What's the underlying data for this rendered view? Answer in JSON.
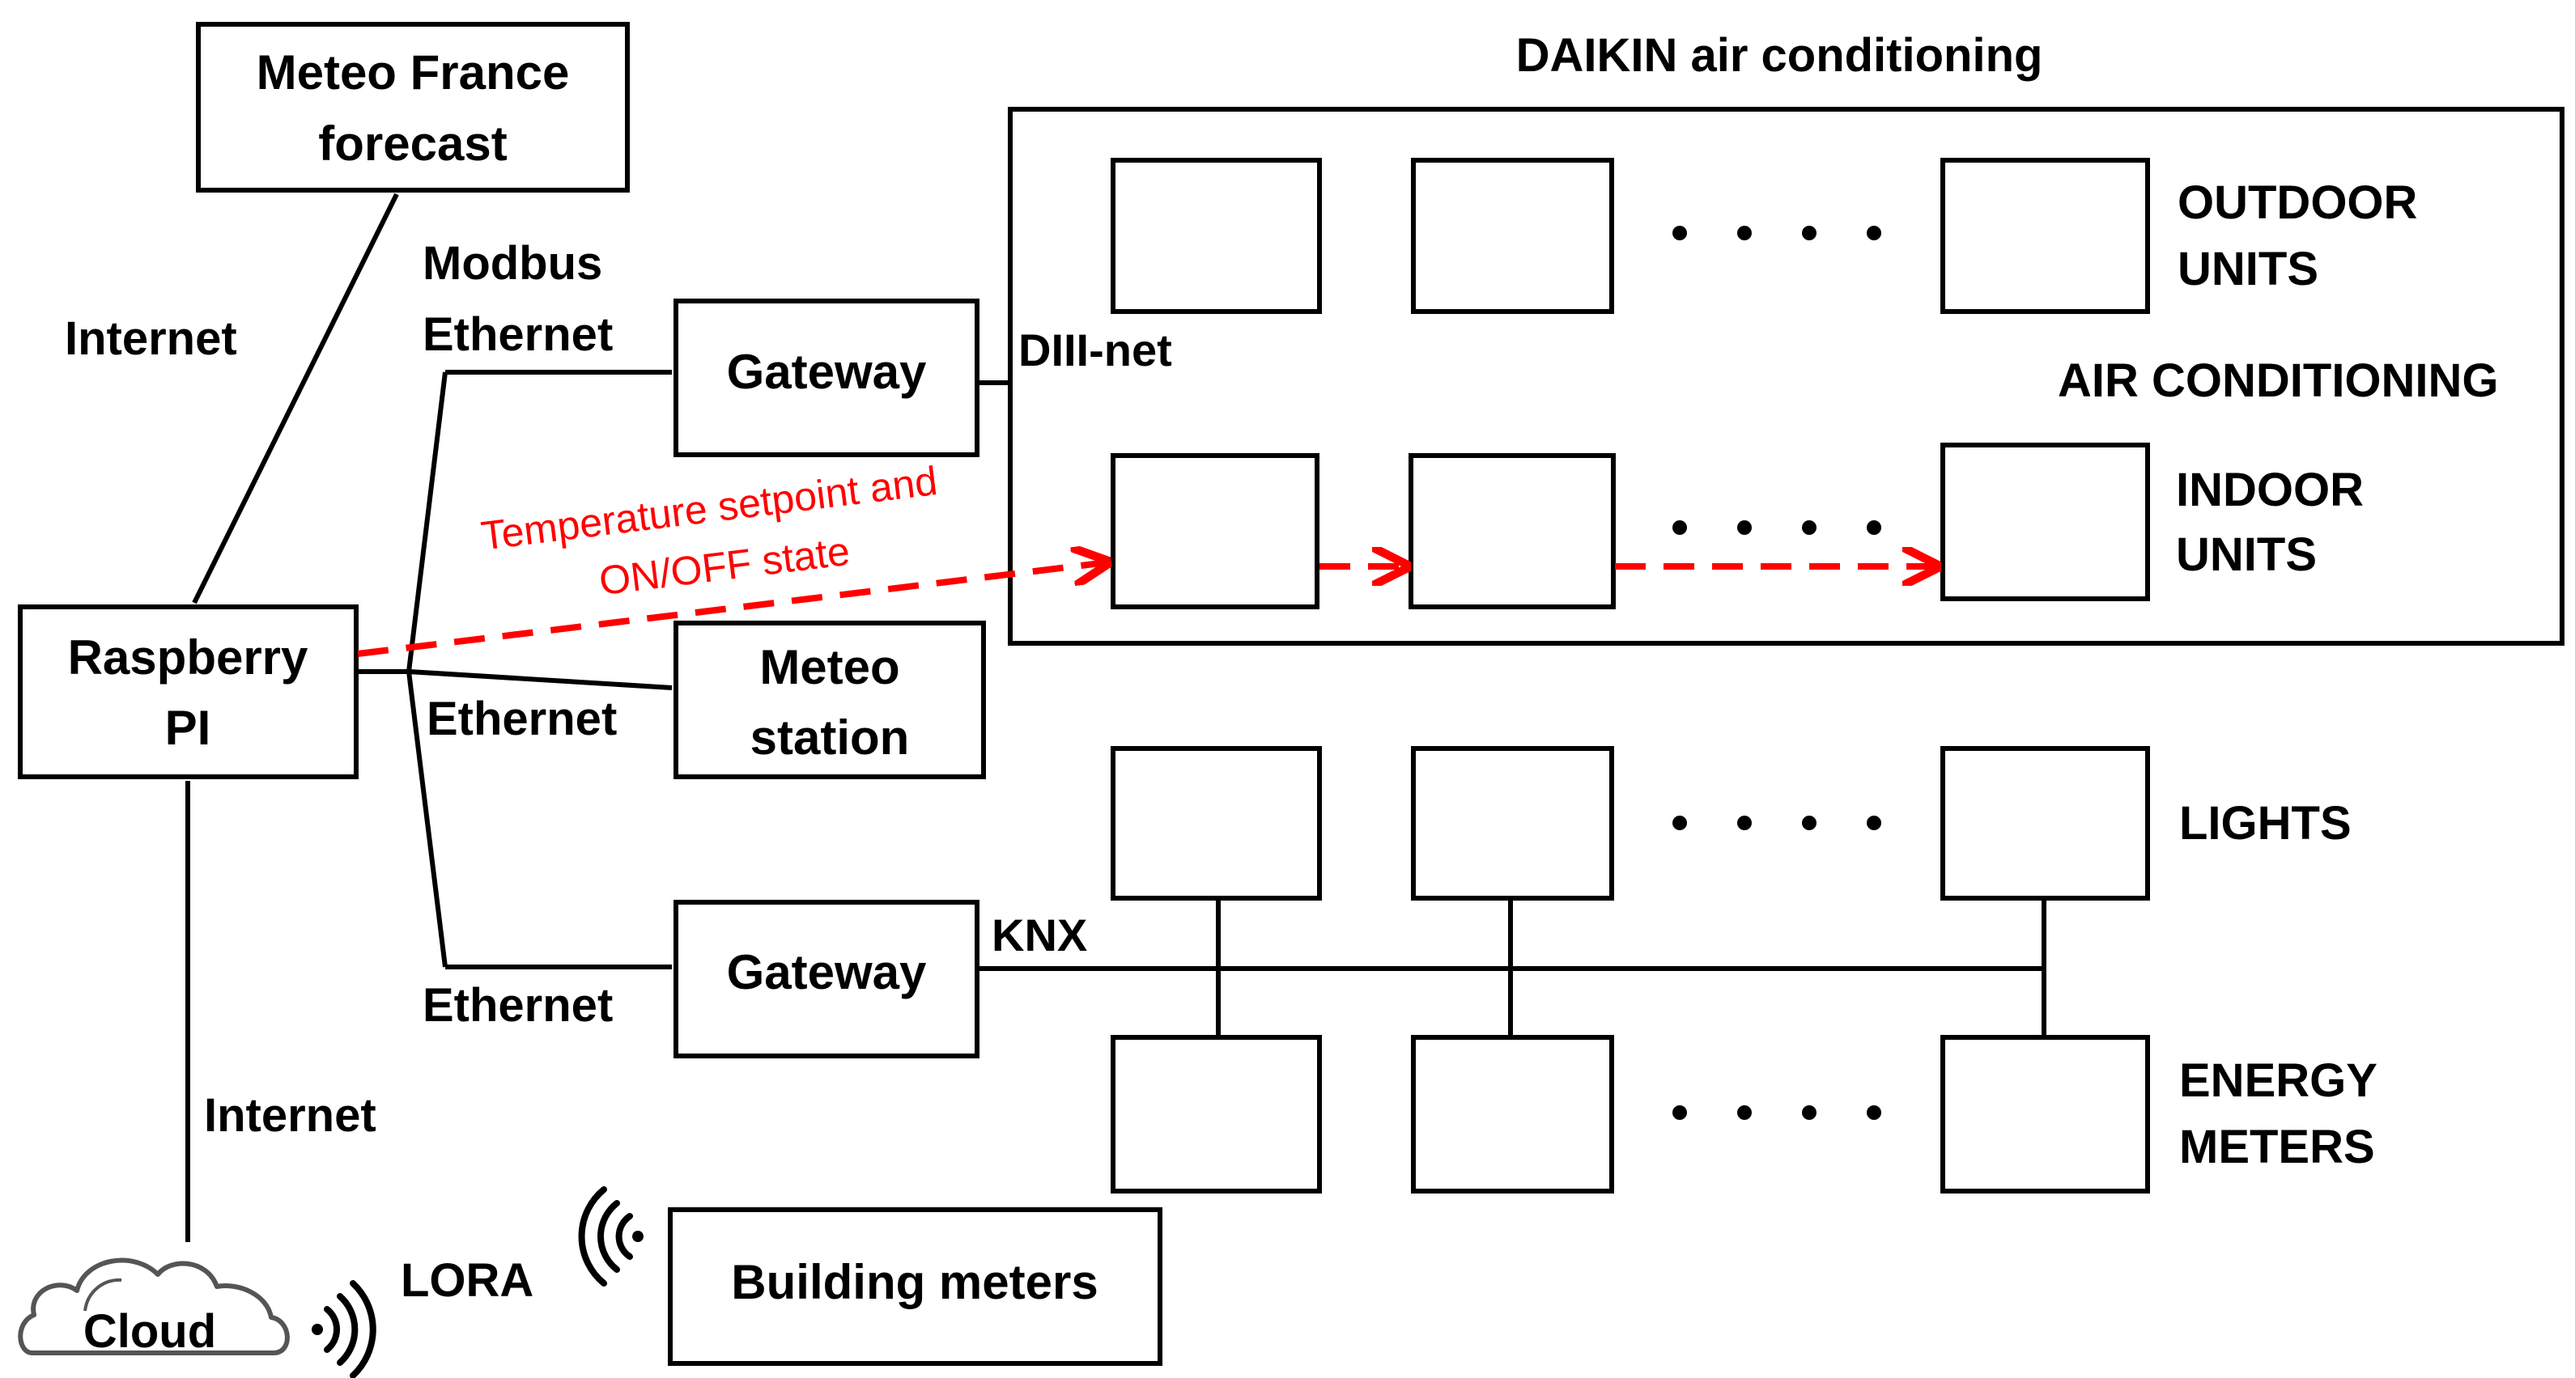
{
  "nodes": {
    "meteo_france": {
      "line1": "Meteo France",
      "line2": "forecast"
    },
    "raspberry": {
      "line1": "Raspberry",
      "line2": "PI"
    },
    "gateway_modbus": {
      "label": "Gateway"
    },
    "meteo_station": {
      "line1": "Meteo",
      "line2": "station"
    },
    "gateway_knx": {
      "label": "Gateway"
    },
    "building_meters": {
      "label": "Building meters"
    },
    "cloud": {
      "label": "Cloud"
    }
  },
  "connections": {
    "internet_top": "Internet",
    "modbus_line1": "Modbus",
    "modbus_line2": "Ethernet",
    "ethernet_meteo": "Ethernet",
    "ethernet_knx": "Ethernet",
    "internet_bottom": "Internet",
    "lora": "LORA",
    "diii_net": "DIII-net",
    "knx": "KNX",
    "air_conditioning_bus": "AIR CONDITIONING"
  },
  "daikin": {
    "title": "DAIKIN air conditioning",
    "outdoor": {
      "line1": "OUTDOOR",
      "line2": "UNITS"
    },
    "indoor": {
      "line1": "INDOOR",
      "line2": "UNITS"
    }
  },
  "knx_groups": {
    "lights": "LIGHTS",
    "energy": {
      "line1": "ENERGY",
      "line2": "METERS"
    }
  },
  "annotation": {
    "line1": "Temperature setpoint and",
    "line2": "ON/OFF state",
    "color": "#ff0000"
  }
}
